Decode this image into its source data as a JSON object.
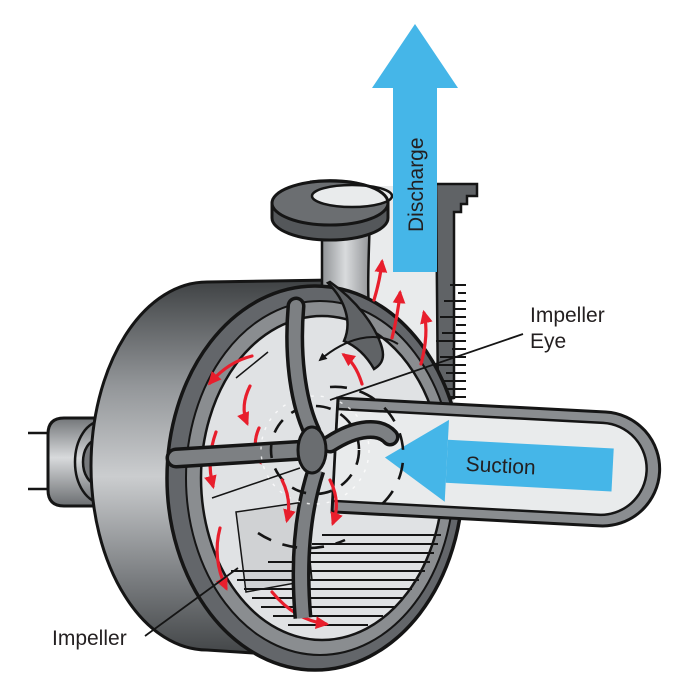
{
  "figure": {
    "type": "cutaway-diagram",
    "subject": "Centrifugal pump cross-section showing flow path",
    "labels": {
      "discharge": "Discharge",
      "suction": "Suction",
      "impeller_eye_line1": "Impeller",
      "impeller_eye_line2": "Eye",
      "impeller": "Impeller"
    },
    "arrows": {
      "discharge_direction": "up",
      "suction_direction": "left",
      "internal_flow": "red curved arrows showing circulation inside volute"
    },
    "colors": {
      "flow_blue": "#45b6e8",
      "flow_red": "#e81e2c",
      "casing_dark": "#606366",
      "casing_mid": "#8a8d90",
      "interior_light": "#e0e2e4",
      "pipe_interior": "#e9ebec",
      "outline": "#151515",
      "background": "#ffffff",
      "text": "#231f20"
    }
  }
}
